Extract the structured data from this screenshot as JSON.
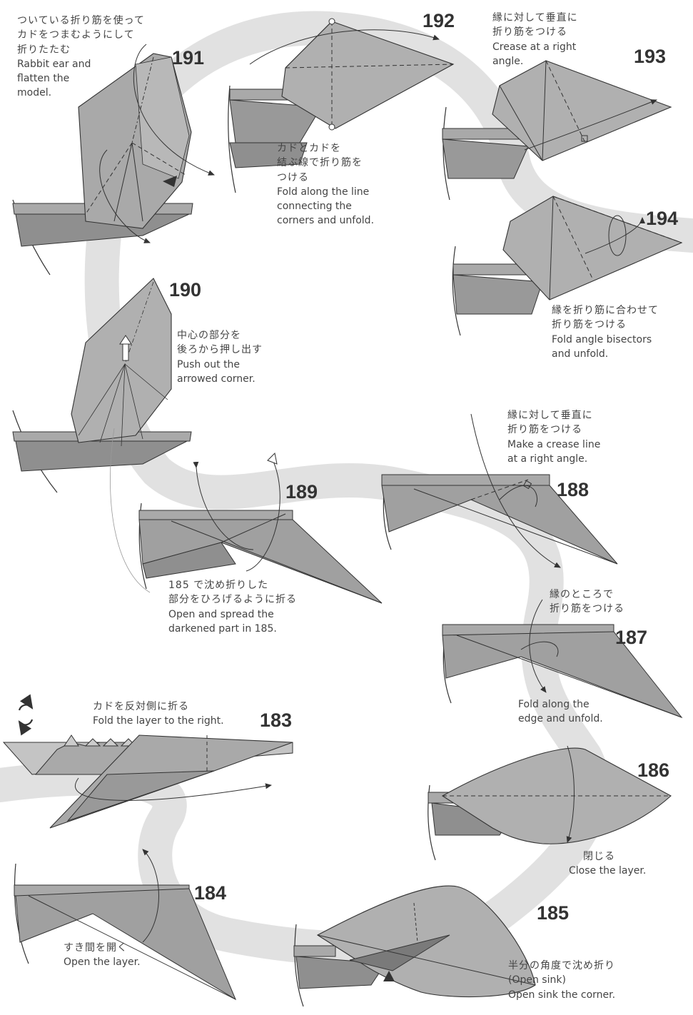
{
  "colors": {
    "paper": "#a9a9a9",
    "paper_dark": "#8f8f8f",
    "paper_light": "#c4c4c4",
    "ribbon": "#e1e1e1",
    "line": "#333333"
  },
  "rotate_symbol": "rotate-icon",
  "steps": [
    {
      "num": "183",
      "jp": "カドを反対側に折る",
      "en": "Fold the layer to the right."
    },
    {
      "num": "184",
      "jp": "すき間を開く",
      "en": "Open the layer."
    },
    {
      "num": "185",
      "jp": "半分の角度で沈め折り",
      "en": "(Open sink)",
      "en2": "Open sink the corner."
    },
    {
      "num": "186",
      "jp": "閉じる",
      "en": "Close the layer."
    },
    {
      "num": "187",
      "jp": "縁のところで",
      "jp2": "折り筋をつける",
      "en": "Fold along the",
      "en2": "edge and unfold."
    },
    {
      "num": "188",
      "jp": "縁に対して垂直に",
      "jp2": "折り筋をつける",
      "en": "Make a crease line",
      "en2": "at a right angle."
    },
    {
      "num": "189",
      "jp": "185 で沈め折りした",
      "jp2": "部分をひろげるように折る",
      "en": "Open and spread the",
      "en2": "darkened part in 185."
    },
    {
      "num": "190",
      "jp": "中心の部分を",
      "jp2": "後ろから押し出す",
      "en": "Push out the",
      "en2": "arrowed corner."
    },
    {
      "num": "191",
      "jp": "ついている折り筋を使って",
      "jp2": "カドをつまむようにして",
      "jp3": "折りたたむ",
      "en": "Rabbit ear and",
      "en2": "flatten the",
      "en3": "model."
    },
    {
      "num": "192",
      "jp": "カドとカドを",
      "jp2": "結ぶ線で折り筋を",
      "jp3": "つける",
      "en": "Fold along the line",
      "en2": "connecting the",
      "en3": "corners and unfold."
    },
    {
      "num": "193",
      "jp": "縁に対して垂直に",
      "jp2": "折り筋をつける",
      "en": "Crease at a right",
      "en2": "angle."
    },
    {
      "num": "194",
      "jp": "縁を折り筋に合わせて",
      "jp2": "折り筋をつける",
      "en": "Fold angle bisectors",
      "en2": "and unfold."
    }
  ]
}
